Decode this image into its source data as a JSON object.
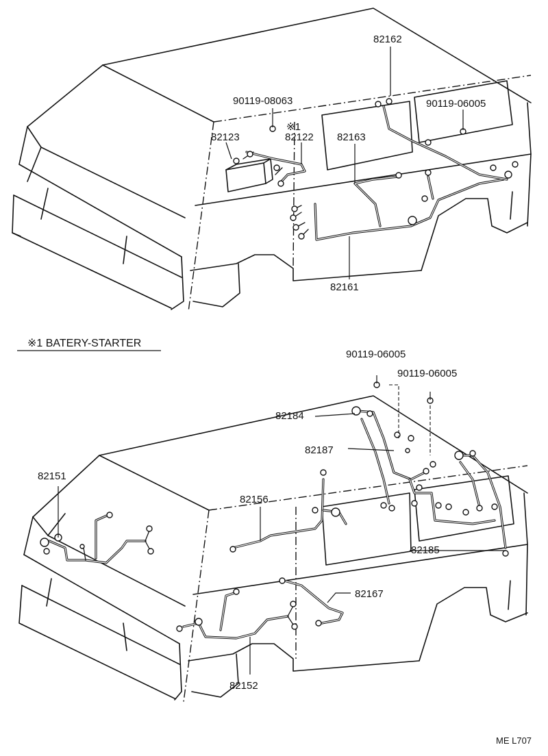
{
  "top_view": {
    "labels": {
      "p82162": "82162",
      "p90119_08063": "90119-08063",
      "p90119_06005": "90119-06005",
      "note_mark": "※1",
      "p82123": "82123",
      "p82122": "82122",
      "p82163": "82163",
      "p82161": "82161"
    }
  },
  "note": {
    "text": "※1 BATERY-STARTER"
  },
  "bottom_view": {
    "labels": {
      "p90119_06005_a": "90119-06005",
      "p90119_06005_b": "90119-06005",
      "p82184": "82184",
      "p82187": "82187",
      "p82151": "82151",
      "p82156": "82156",
      "p82185": "82185",
      "p82167": "82167",
      "p82152": "82152"
    }
  },
  "figure_code": "ME L707"
}
